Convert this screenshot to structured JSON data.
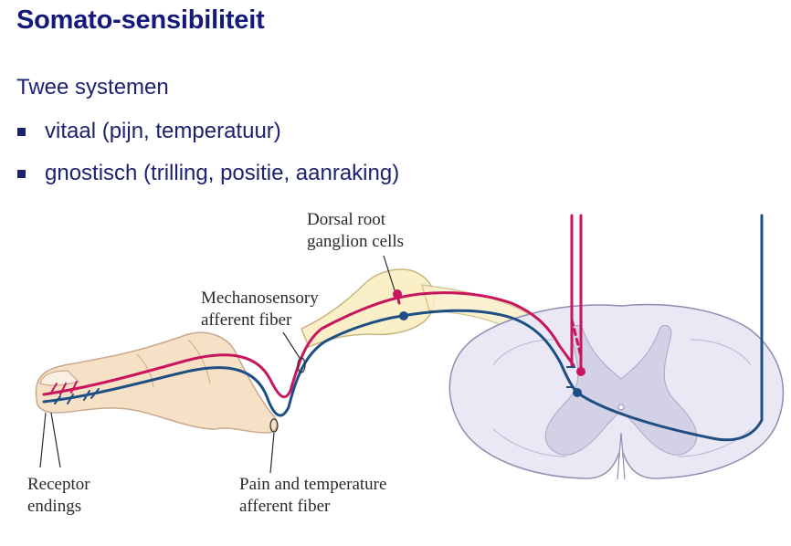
{
  "slide": {
    "title": "Somato-sensibiliteit",
    "intro": "Twee systemen",
    "bullets": [
      "vitaal (pijn, temperatuur)",
      "gnostisch (trilling, positie, aanraking)"
    ]
  },
  "diagram": {
    "labels": {
      "drg_line1": "Dorsal root",
      "drg_line2": "ganglion cells",
      "mech_line1": "Mechanosensory",
      "mech_line2": "afferent fiber",
      "pain_line1": "Pain and temperature",
      "pain_line2": "afferent fiber",
      "receptor_line1": "Receptor",
      "receptor_line2": "endings"
    },
    "colors": {
      "pain_fiber": "#c8155e",
      "mechano_fiber": "#1d4f85",
      "skin": "#f7e1c6",
      "ganglion": "#fbefc8",
      "spinal_cord": "#e9e8f4",
      "gray_matter": "#d3d1e6",
      "title": "#141a7a",
      "text": "#1c2270"
    }
  }
}
